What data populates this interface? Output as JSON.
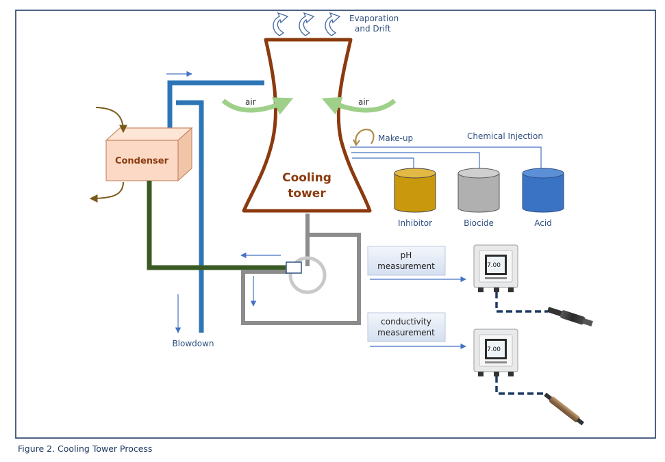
{
  "labels": {
    "evaporation_line1": "Evaporation",
    "evaporation_line2": "and Drift",
    "air_left": "air",
    "air_right": "air",
    "makeup": "Make-up",
    "chemical_injection": "Chemical Injection",
    "cooling_line1": "Cooling",
    "cooling_line2": "tower",
    "condenser": "Condenser",
    "inhibitor": "Inhibitor",
    "biocide": "Biocide",
    "acid": "Acid",
    "blowdown": "Blowdown",
    "ph_line1": "pH",
    "ph_line2": "measurement",
    "cond_line1": "conductivity",
    "cond_line2": "measurement",
    "display_value_ph": "7.00",
    "display_value_cond": "7.00"
  },
  "caption": "Figure 2. Cooling Tower Process",
  "colors": {
    "frame": "#1f3b63",
    "tower": "#8b3a0f",
    "condenser_fill": "#fbd9c4",
    "condenser_edge": "#c98a6a",
    "pipe_blue": "#2e75b6",
    "pipe_green": "#3a5a23",
    "pipe_gray": "#8c8c8c",
    "inhibitor": "#c9980c",
    "biocide": "#b0b0b0",
    "acid": "#3a72c4",
    "air_arrow": "#9fd08a",
    "label_text": "#2f4f7f"
  },
  "icons": [
    "evaporation-arrow-icon",
    "air-arrow-icon",
    "makeup-arrow-icon",
    "transmitter-icon",
    "ph-sensor-icon",
    "conductivity-sensor-icon"
  ]
}
